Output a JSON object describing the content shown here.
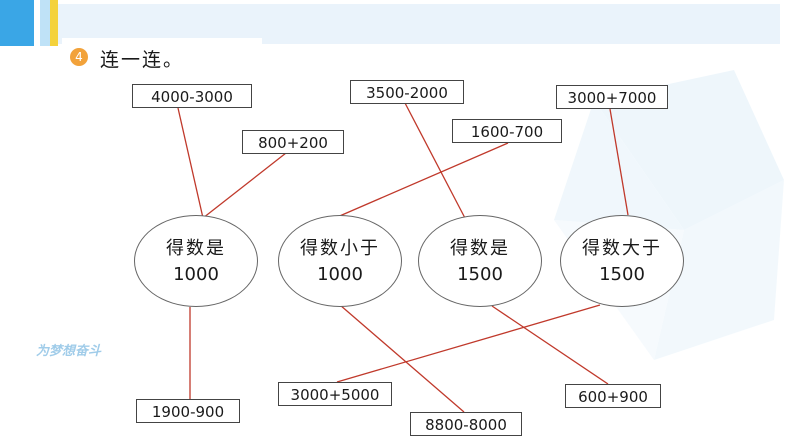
{
  "question": {
    "number": "4",
    "title": "连一连。"
  },
  "expressions": {
    "e1": "4000-3000",
    "e2": "800+200",
    "e3": "3500-2000",
    "e4": "1600-700",
    "e5": "3000+7000",
    "e6": "1900-900",
    "e7": "3000+5000",
    "e8": "8800-8000",
    "e9": "600+900"
  },
  "results": {
    "r1": {
      "line1": "得数是",
      "line2": "1000"
    },
    "r2": {
      "line1": "得数小于",
      "line2": "1000"
    },
    "r3": {
      "line1": "得数是",
      "line2": "1500"
    },
    "r4": {
      "line1": "得数大于",
      "line2": "1500"
    }
  },
  "watermark": {
    "text": "为梦想奋斗"
  },
  "colors": {
    "line": "#c0392b",
    "accent": "#3aa6e6",
    "badge": "#f2a23a"
  }
}
